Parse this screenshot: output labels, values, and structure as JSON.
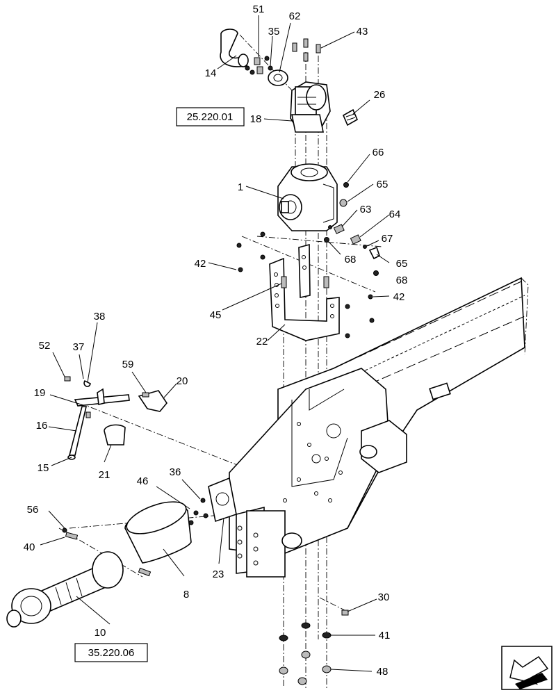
{
  "callouts": [
    {
      "id": "c51",
      "text": "51"
    },
    {
      "id": "c35",
      "text": "35"
    },
    {
      "id": "c62",
      "text": "62"
    },
    {
      "id": "c43",
      "text": "43"
    },
    {
      "id": "c14",
      "text": "14"
    },
    {
      "id": "c26",
      "text": "26"
    },
    {
      "id": "c18",
      "text": "18"
    },
    {
      "id": "c66",
      "text": "66"
    },
    {
      "id": "c1",
      "text": "1"
    },
    {
      "id": "c65a",
      "text": "65"
    },
    {
      "id": "c63",
      "text": "63"
    },
    {
      "id": "c64",
      "text": "64"
    },
    {
      "id": "c67",
      "text": "67"
    },
    {
      "id": "c68a",
      "text": "68"
    },
    {
      "id": "c65b",
      "text": "65"
    },
    {
      "id": "c68b",
      "text": "68"
    },
    {
      "id": "c42a",
      "text": "42"
    },
    {
      "id": "c42b",
      "text": "42"
    },
    {
      "id": "c45",
      "text": "45"
    },
    {
      "id": "c22",
      "text": "22"
    },
    {
      "id": "c38",
      "text": "38"
    },
    {
      "id": "c52",
      "text": "52"
    },
    {
      "id": "c37",
      "text": "37"
    },
    {
      "id": "c59",
      "text": "59"
    },
    {
      "id": "c20",
      "text": "20"
    },
    {
      "id": "c19",
      "text": "19"
    },
    {
      "id": "c16",
      "text": "16"
    },
    {
      "id": "c15",
      "text": "15"
    },
    {
      "id": "c21",
      "text": "21"
    },
    {
      "id": "c46",
      "text": "46"
    },
    {
      "id": "c36",
      "text": "36"
    },
    {
      "id": "c56",
      "text": "56"
    },
    {
      "id": "c40",
      "text": "40"
    },
    {
      "id": "c23",
      "text": "23"
    },
    {
      "id": "c8",
      "text": "8"
    },
    {
      "id": "c10",
      "text": "10"
    },
    {
      "id": "c30",
      "text": "30"
    },
    {
      "id": "c41",
      "text": "41"
    },
    {
      "id": "c48",
      "text": "48"
    }
  ],
  "references": [
    {
      "id": "ref1",
      "text": "25.220.01"
    },
    {
      "id": "ref2",
      "text": "35.220.06"
    }
  ],
  "nav_icon": "arrow-back-icon"
}
